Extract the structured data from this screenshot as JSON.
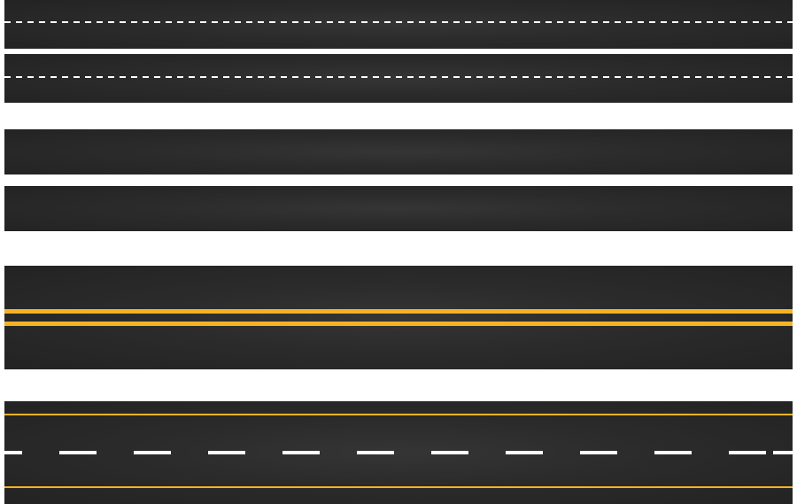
{
  "colors": {
    "background": "#ffffff",
    "asphalt": "#2b2b2b",
    "marking_white": "#ffffff",
    "marking_yellow": "#f4b325"
  },
  "roads": [
    {
      "id": "road-1",
      "markings": [
        "dashed-white-center"
      ]
    },
    {
      "id": "road-2",
      "markings": [
        "dashed-white-center"
      ]
    },
    {
      "id": "road-3",
      "markings": []
    },
    {
      "id": "road-4",
      "markings": []
    },
    {
      "id": "road-5",
      "markings": [
        "double-solid-yellow-center"
      ]
    },
    {
      "id": "road-6",
      "markings": [
        "solid-yellow-edges",
        "dashed-white-center"
      ]
    }
  ]
}
